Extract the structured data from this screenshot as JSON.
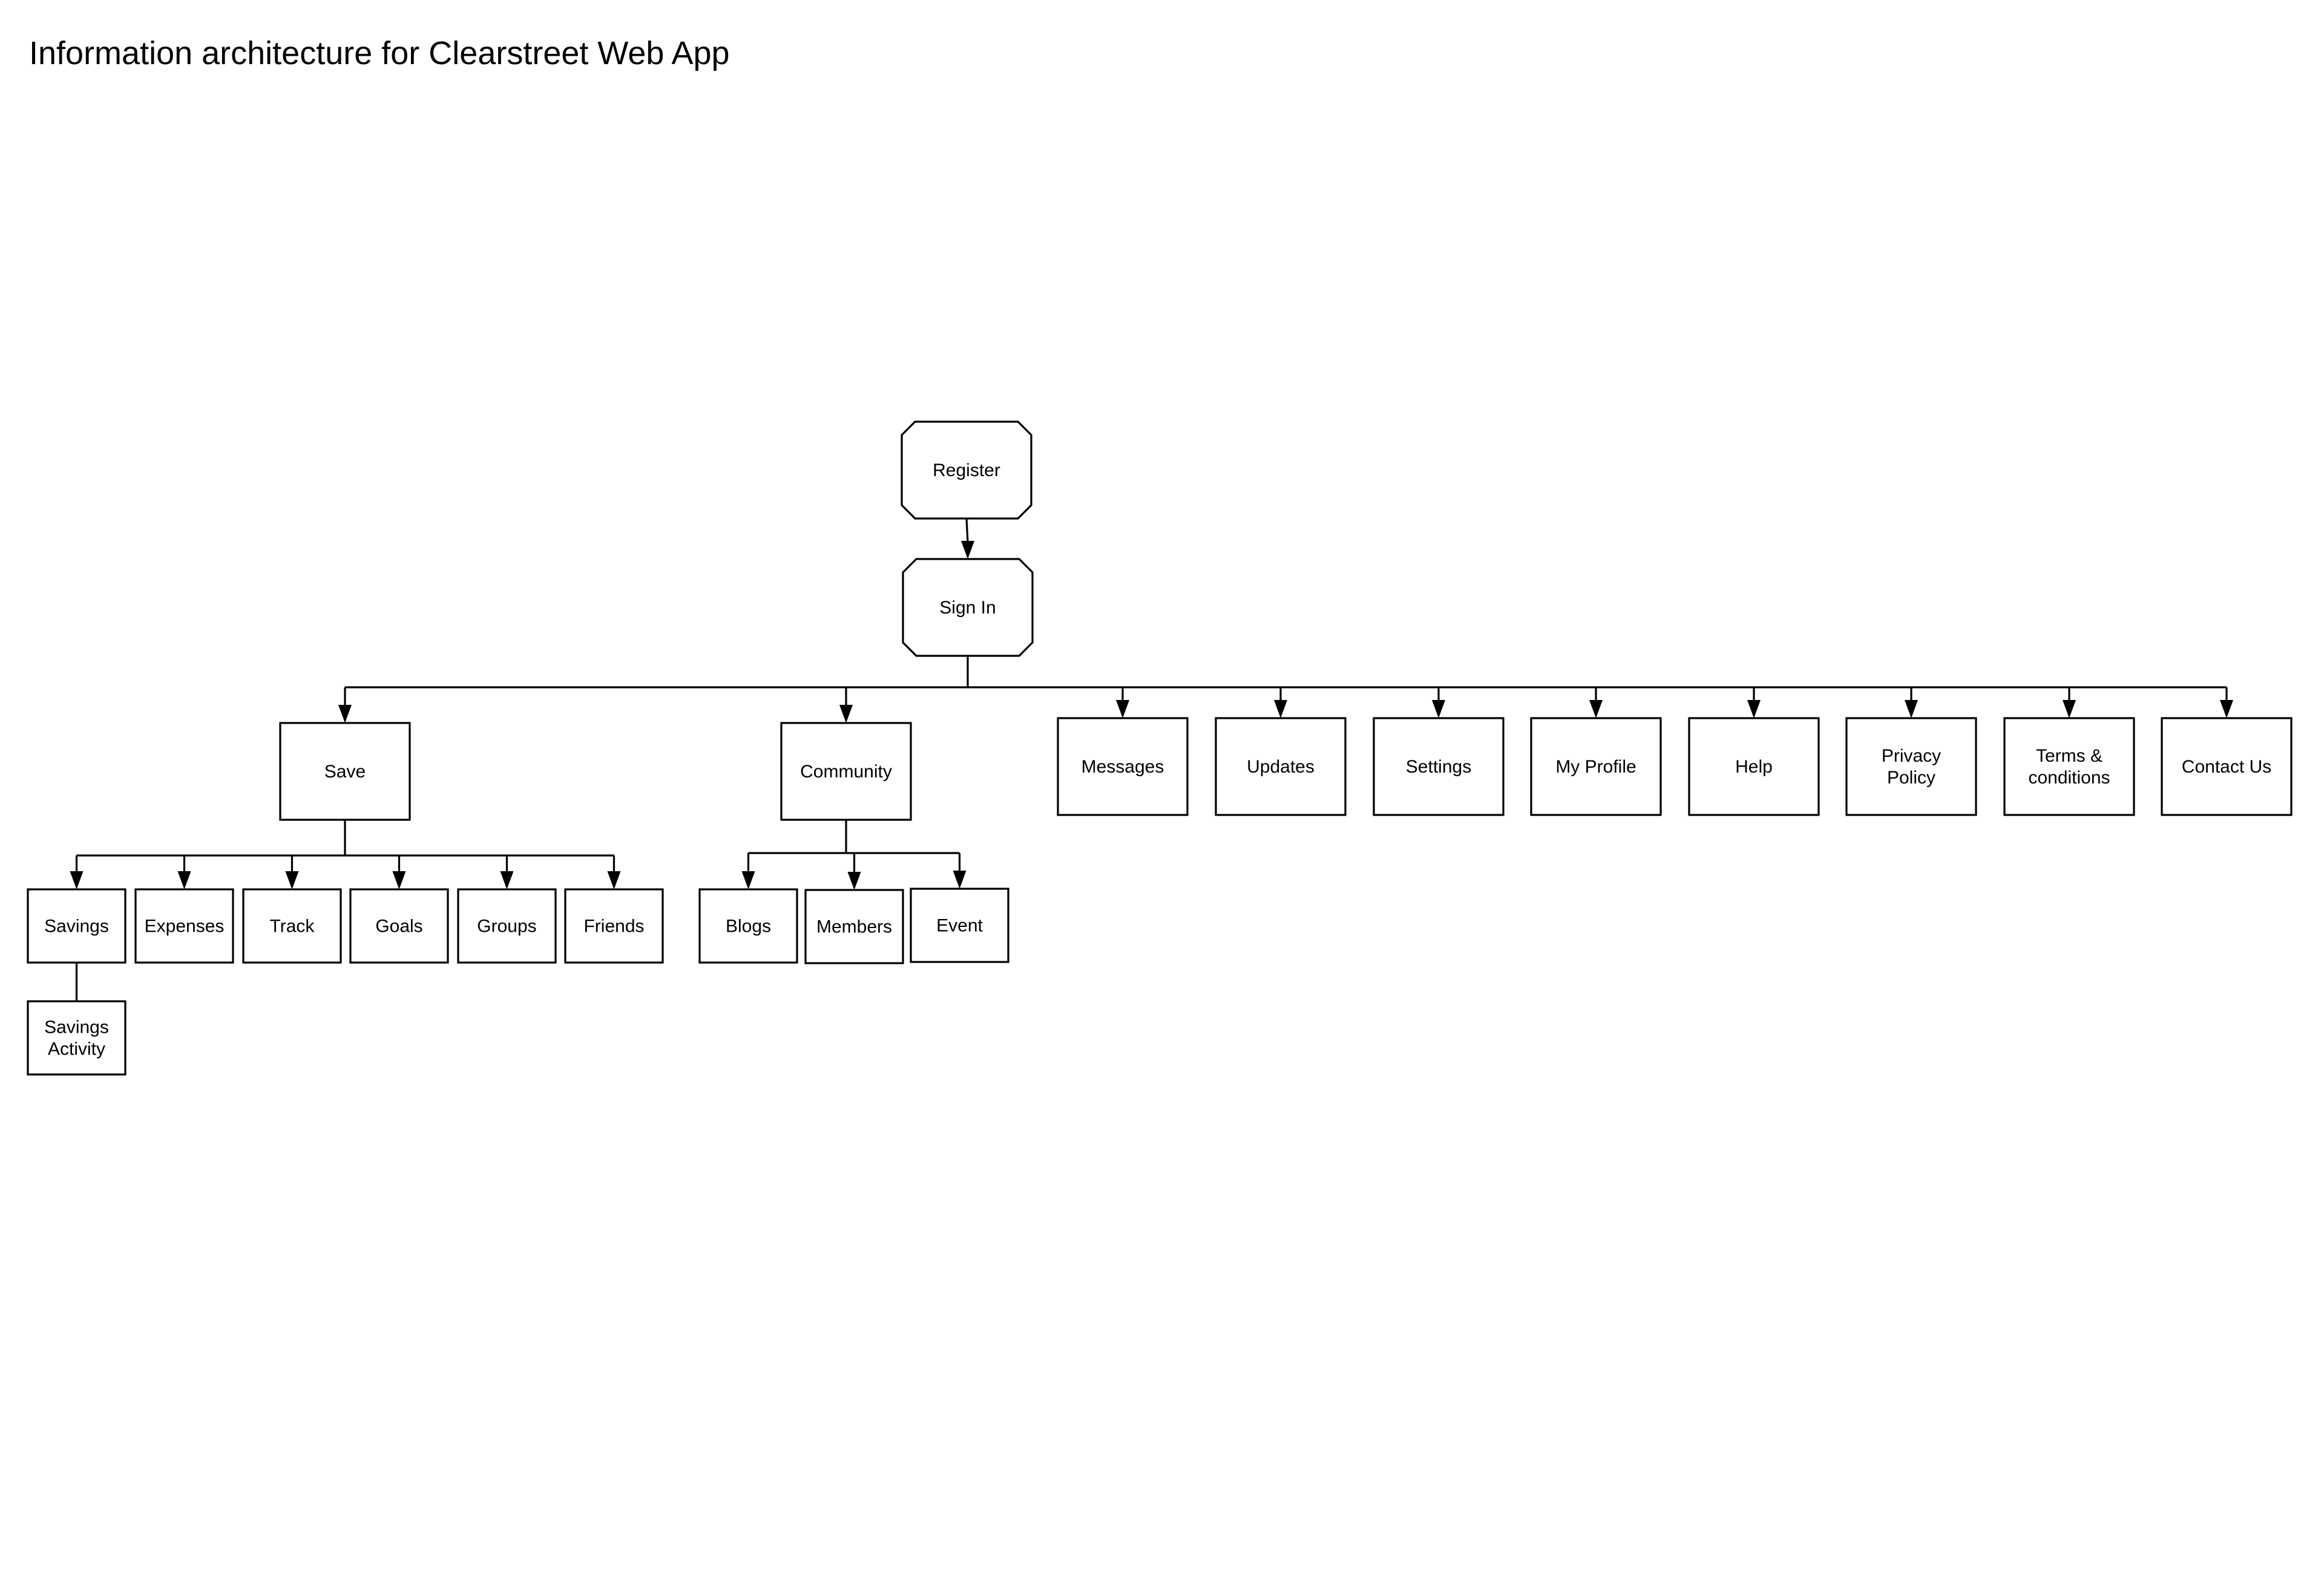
{
  "title": "Information architecture for Clearstreet Web App",
  "colors": {
    "background": "#ffffff",
    "stroke": "#000000",
    "text": "#000000"
  },
  "nodes": {
    "register": {
      "label": [
        "Register"
      ],
      "shape": "octagon"
    },
    "sign_in": {
      "label": [
        "Sign In"
      ],
      "shape": "octagon"
    },
    "save": {
      "label": [
        "Save"
      ],
      "shape": "rectangle"
    },
    "community": {
      "label": [
        "Community"
      ],
      "shape": "rectangle"
    },
    "messages": {
      "label": [
        "Messages"
      ],
      "shape": "rectangle"
    },
    "updates": {
      "label": [
        "Updates"
      ],
      "shape": "rectangle"
    },
    "settings": {
      "label": [
        "Settings"
      ],
      "shape": "rectangle"
    },
    "my_profile": {
      "label": [
        "My Profile"
      ],
      "shape": "rectangle"
    },
    "help": {
      "label": [
        "Help"
      ],
      "shape": "rectangle"
    },
    "privacy_policy": {
      "label": [
        "Privacy",
        "Policy"
      ],
      "shape": "rectangle"
    },
    "terms_conditions": {
      "label": [
        "Terms &",
        "conditions"
      ],
      "shape": "rectangle"
    },
    "contact_us": {
      "label": [
        "Contact Us"
      ],
      "shape": "rectangle"
    },
    "savings": {
      "label": [
        "Savings"
      ],
      "shape": "rectangle"
    },
    "expenses": {
      "label": [
        "Expenses"
      ],
      "shape": "rectangle"
    },
    "track": {
      "label": [
        "Track"
      ],
      "shape": "rectangle"
    },
    "goals": {
      "label": [
        "Goals"
      ],
      "shape": "rectangle"
    },
    "groups": {
      "label": [
        "Groups"
      ],
      "shape": "rectangle"
    },
    "friends": {
      "label": [
        "Friends"
      ],
      "shape": "rectangle"
    },
    "blogs": {
      "label": [
        "Blogs"
      ],
      "shape": "rectangle"
    },
    "members": {
      "label": [
        "Members"
      ],
      "shape": "rectangle"
    },
    "event": {
      "label": [
        "Event"
      ],
      "shape": "rectangle"
    },
    "savings_activity": {
      "label": [
        "Savings",
        "Activity"
      ],
      "shape": "rectangle"
    }
  },
  "edges": [
    {
      "from": "register",
      "to": "sign_in",
      "arrow": true
    },
    {
      "from": "sign_in",
      "to": "save",
      "arrow": true
    },
    {
      "from": "sign_in",
      "to": "community",
      "arrow": true
    },
    {
      "from": "sign_in",
      "to": "messages",
      "arrow": true
    },
    {
      "from": "sign_in",
      "to": "updates",
      "arrow": true
    },
    {
      "from": "sign_in",
      "to": "settings",
      "arrow": true
    },
    {
      "from": "sign_in",
      "to": "my_profile",
      "arrow": true
    },
    {
      "from": "sign_in",
      "to": "help",
      "arrow": true
    },
    {
      "from": "sign_in",
      "to": "privacy_policy",
      "arrow": true
    },
    {
      "from": "sign_in",
      "to": "terms_conditions",
      "arrow": true
    },
    {
      "from": "sign_in",
      "to": "contact_us",
      "arrow": true
    },
    {
      "from": "save",
      "to": "savings",
      "arrow": true
    },
    {
      "from": "save",
      "to": "expenses",
      "arrow": true
    },
    {
      "from": "save",
      "to": "track",
      "arrow": true
    },
    {
      "from": "save",
      "to": "goals",
      "arrow": true
    },
    {
      "from": "save",
      "to": "groups",
      "arrow": true
    },
    {
      "from": "save",
      "to": "friends",
      "arrow": true
    },
    {
      "from": "community",
      "to": "blogs",
      "arrow": true
    },
    {
      "from": "community",
      "to": "members",
      "arrow": true
    },
    {
      "from": "community",
      "to": "event",
      "arrow": true
    },
    {
      "from": "savings",
      "to": "savings_activity",
      "arrow": false
    }
  ]
}
